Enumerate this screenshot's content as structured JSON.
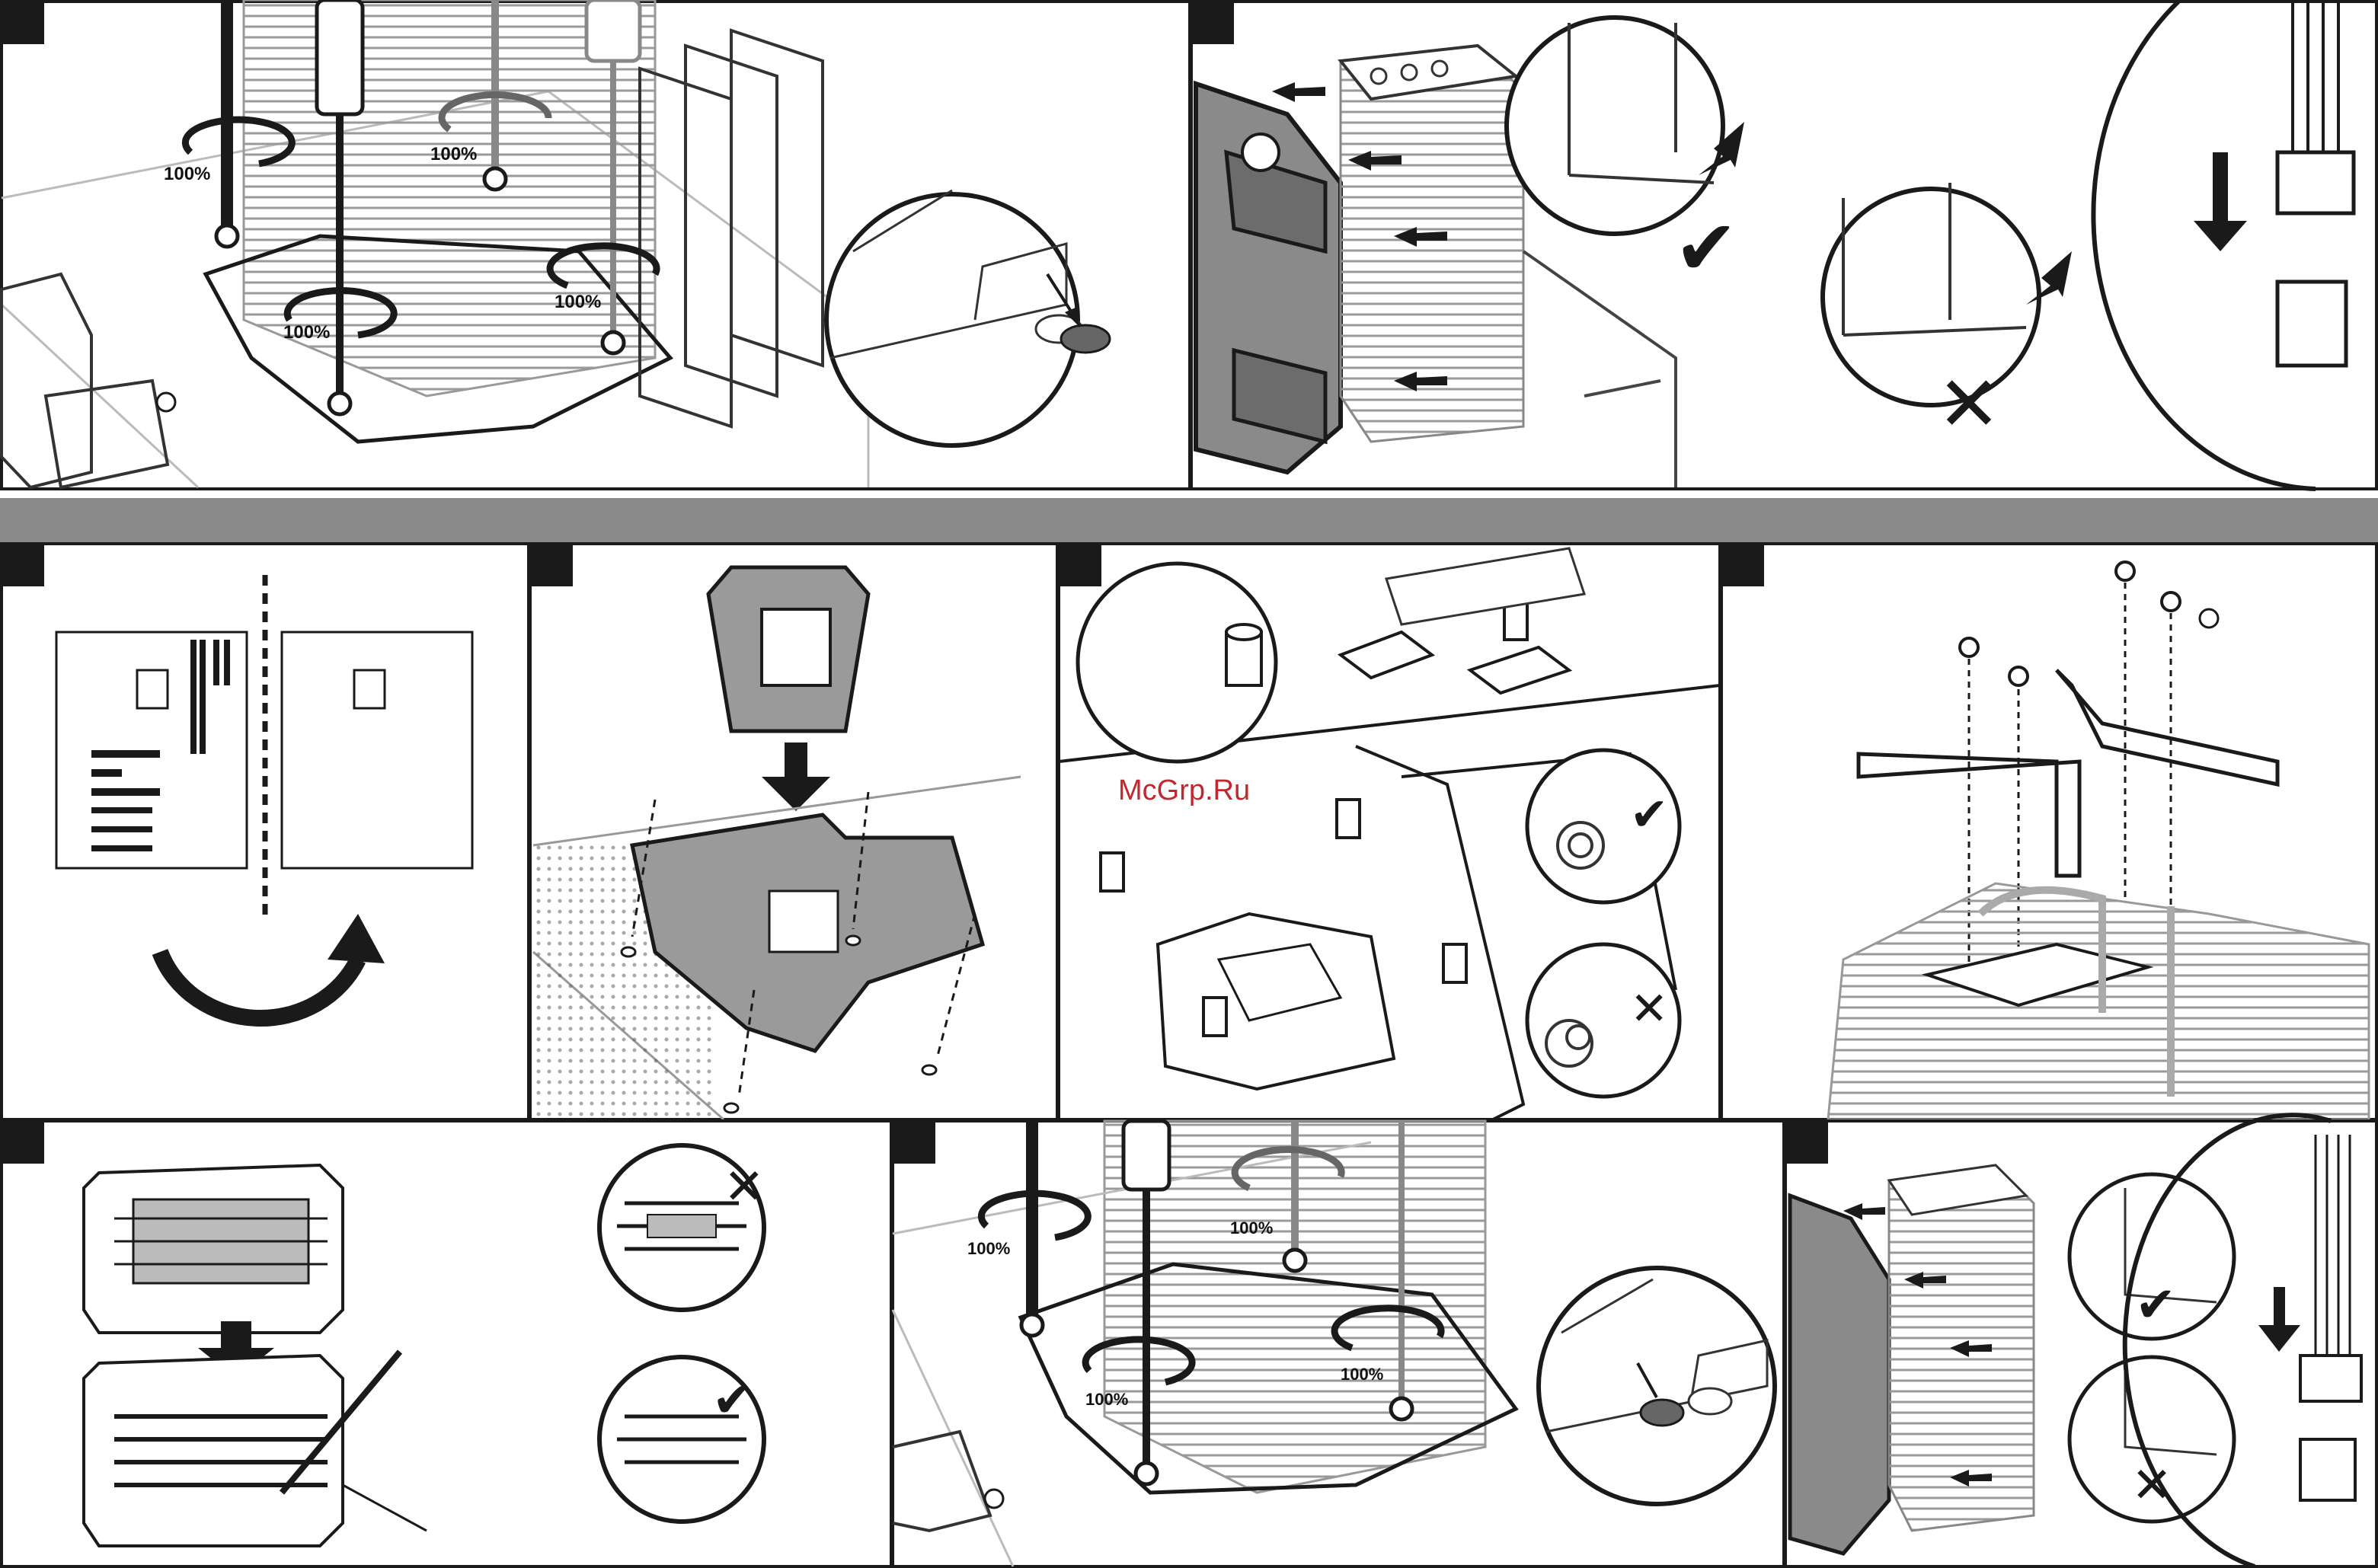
{
  "watermark": "McGrp.Ru",
  "percent_labels": {
    "a1": "100%",
    "a2": "100%",
    "a3": "100%",
    "a4": "100%",
    "b1": "100%",
    "b2": "100%",
    "b3": "100%",
    "b4": "100%"
  },
  "marks": {
    "ok": "✔",
    "bad": "✕"
  },
  "colors": {
    "line": "#1a1a1a",
    "gray": "#8a8a8a",
    "plate": "#9a9a9a",
    "light": "#cfcfcf",
    "ok_fill": "#ffffff"
  }
}
